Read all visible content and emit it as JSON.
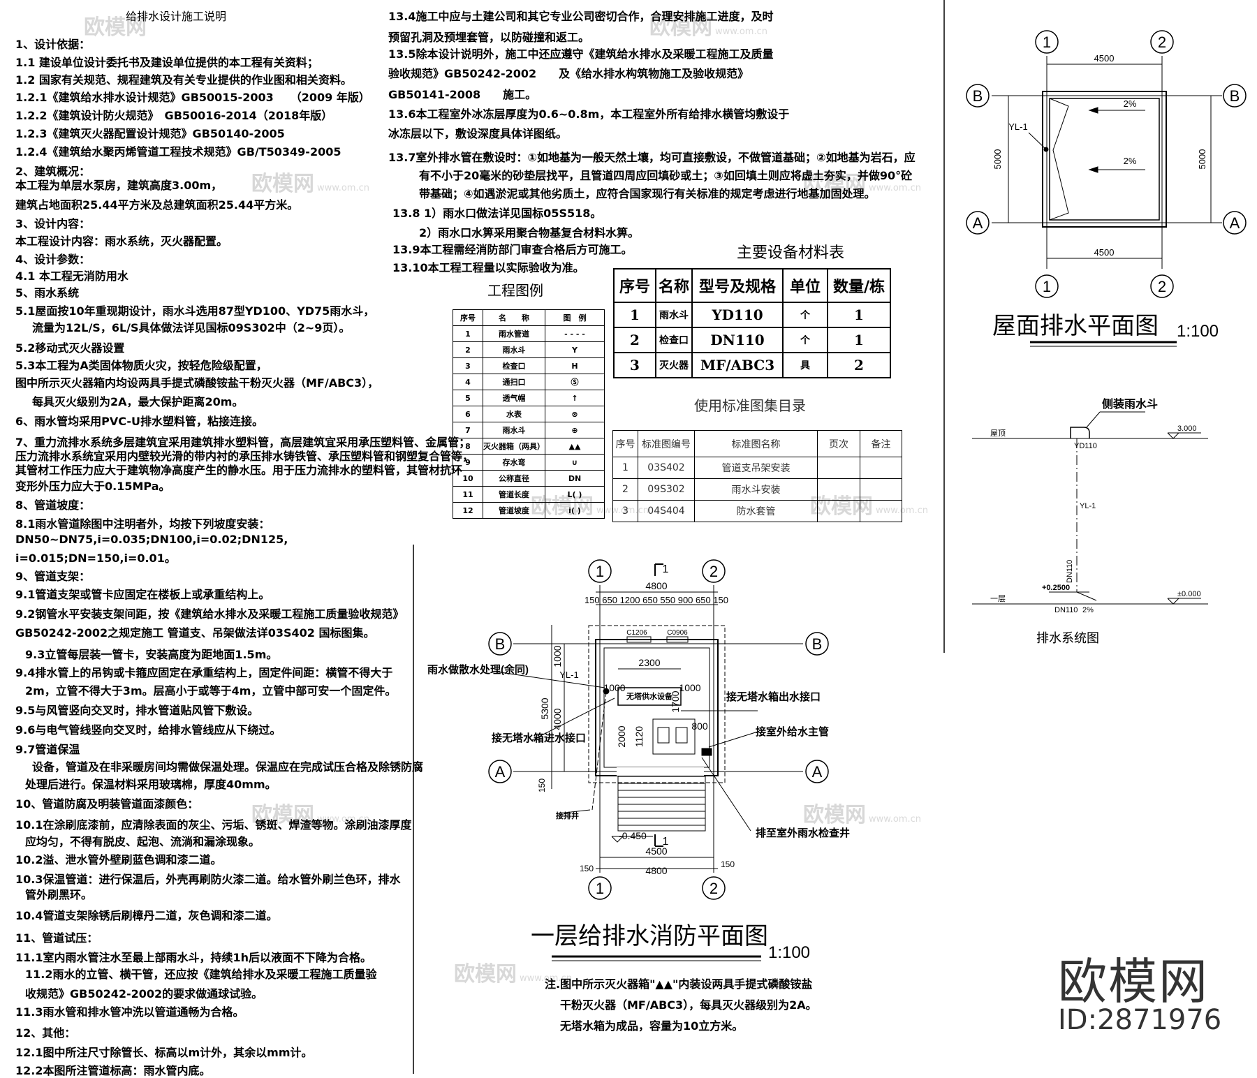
{
  "watermark": {
    "brand": "欧模网",
    "url": "www.om.cn"
  },
  "notes": {
    "title": "给排水设计施工说明",
    "col1": [
      "1、设计依据：",
      "1.1 建设单位设计委托书及建设单位提供的本工程有关资料；",
      "1.2 国家有关规范、规程建筑及有关专业提供的作业图和相关资料。",
      "1.2.1《建筑给水排水设计规范》GB50015-2003　　（2009 年版）",
      "1.2.2《建筑设计防火规范》　GB50016-2014（2018年版）",
      "1.2.3《建筑灭火器配置设计规范》GB50140-2005",
      "1.2.4《建筑给水聚丙烯管道工程技术规范》GB/T50349-2005",
      "2、建筑概况：",
      "本工程为单层水泵房，建筑高度3.00m，",
      "建筑占地面积25.44平方米及总建筑面积25.44平方米。",
      "3、设计内容：",
      "本工程设计内容：雨水系统，灭火器配置。",
      "4、设计参数：",
      "4.1 本工程无消防用水",
      "5、雨水系统",
      "5.1屋面按10年重现期设计，雨水斗选用87型YD100、YD75雨水斗，",
      "流量为12L/S，6L/S具体做法详见国标09S302中（2~9页）。",
      "5.2移动式灭火器设置",
      "5.3本工程为A类固体物质火灾，按轻危险级配置，",
      "图中所示灭火器箱内均设两具手提式磷酸铵盐干粉灭火器（MF/ABC3），",
      "每具灭火级别为2A，最大保护距离20m。",
      "6、雨水管均采用PVC-U排水塑料管，粘接连接。",
      "7、重力流排水系统多层建筑宜采用建筑排水塑料管，高层建筑宜采用承压塑料管、金属管；",
      "压力流排水系统宜采用内壁较光滑的带内衬的承压排水铸铁管、承压塑料管和钢塑复合管等，",
      "其管材工作压力应大于建筑物净高度产生的静水压。用于压力流排水的塑料管，其管材抗环",
      "变形外压力应大于0.15MPa。",
      "8、管道坡度：",
      "8.1雨水管道除图中注明者外，均按下列坡度安装：",
      "DN50~DN75,i=0.035;DN100,i=0.02;DN125,",
      "i=0.015;DN=150,i=0.01。",
      "9、管道支架：",
      "9.1管道支架或管卡应固定在楼板上或承重结构上。",
      "9.2钢管水平安装支架间距，按《建筑给水排水及采暖工程施工质量验收规范》",
      "GB50242-2002之规定施工 管道支、吊架做法详03S402 国标图集。",
      "9.3立管每层装一管卡，安装高度为距地面1.5m。",
      "9.4排水管上的吊钩或卡箍应固定在承重结构上，固定件间距：横管不得大于",
      "2m，立管不得大于3m。层高小于或等于4m，立管中部可安一个固定件。",
      "9.5与风管竖向交叉时，排水管道贴风管下敷设。",
      "9.6与电气管线竖向交叉时，给排水管线应从下绕过。",
      "9.7管道保温",
      "设备，管道及在非采暖房间均需做保温处理。保温应在完成试压合格及除锈防腐",
      "处理后进行。保温材料采用玻璃棉，厚度40mm。",
      "10、管道防腐及明装管道面漆颜色：",
      "10.1在涂刷底漆前，应清除表面的灰尘、污垢、锈斑、焊渣等物。涂刷油漆厚度",
      "应均匀，不得有脱皮、起泡、流淌和漏涂现象。",
      "10.2溢、泄水管外壁刷蓝色调和漆二道。",
      "10.3保温管道：进行保温后，外壳再刷防火漆二道。给水管外刷兰色环，排水",
      "管外刷黑环。",
      "10.4管道支架除锈后刷樟丹二道，灰色调和漆二道。",
      "11、管道试压：",
      "11.1室内雨水管注水至最上部雨水斗，持续1h后以液面不下降为合格。",
      "11.2雨水的立管、横干管，还应按《建筑给排水及采暖工程施工质量验",
      "收规范》GB50242-2002的要求做通球试验。",
      "11.3雨水管和排水管冲洗以管道通畅为合格。",
      "12、其他：",
      "12.1图中所注尺寸除管长、标高以m计外，其余以mm计。",
      "12.2本图所注管道标高：雨水管内底。"
    ],
    "col2": [
      "13.4施工中应与土建公司和其它专业公司密切合作，合理安排施工进度，及时",
      "预留孔洞及预埋套管，以防碰撞和返工。",
      "13.5除本设计说明外，施工中还应遵守《建筑给水排水及采暖工程施工及质量",
      "验收规范》GB50242-2002　　及《给水排水构筑物施工及验收规范》",
      "GB50141-2008　　施工。",
      "13.6本工程室外冰冻层厚度为0.6~0.8m，本工程室外所有给排水横管均敷设于",
      "冰冻层以下，敷设深度具体详图纸。",
      "13.7室外排水管在敷设时：①如地基为一般天然土壤，均可直接敷设，不做管道基础；②如地基为岩石，应",
      "有不小于20毫米的砂垫层找平，且管道四周应回填砂或土；③如回填土则应将虚土夯实，并做90°砼",
      "带基础；④如遇淤泥或其他劣质土，应符合国家现行有关标准的规定考虑进行地基加固处理。",
      "13.8 1）雨水口做法详见国标05S518。",
      "2）雨水口水箅采用聚合物基复合材料水箅。",
      "13.9本工程需经消防部门审查合格后方可施工。",
      "13.10本工程工程量以实际验收为准。"
    ]
  },
  "legend": {
    "title": "工程图例",
    "headers": [
      "序号",
      "名　　称",
      "图　例"
    ],
    "rows": [
      [
        "1",
        "雨水管道",
        "- - - -"
      ],
      [
        "2",
        "雨水斗",
        "Y"
      ],
      [
        "3",
        "检查口",
        "H"
      ],
      [
        "4",
        "通扫口",
        "Ⓢ"
      ],
      [
        "5",
        "透气帽",
        "↑"
      ],
      [
        "6",
        "水表",
        "⊗"
      ],
      [
        "7",
        "雨水斗",
        "⊕"
      ],
      [
        "8",
        "灭火器箱（两具）",
        "▲▲"
      ],
      [
        "9",
        "存水弯",
        "∪"
      ],
      [
        "10",
        "公称直径",
        "DN"
      ],
      [
        "11",
        "管道长度",
        "L( )"
      ],
      [
        "12",
        "管道坡度",
        "i( )"
      ]
    ]
  },
  "equipment": {
    "title": "主要设备材料表",
    "headers": [
      "序号",
      "名称",
      "型号及规格",
      "单位",
      "数量/栋"
    ],
    "rows": [
      [
        "1",
        "雨水斗",
        "YD110",
        "个",
        "1"
      ],
      [
        "2",
        "检查口",
        "DN110",
        "个",
        "1"
      ],
      [
        "3",
        "灭火器",
        "MF/ABC3",
        "具",
        "2"
      ]
    ]
  },
  "standards": {
    "title": "使用标准图集目录",
    "headers": [
      "序号",
      "标准图编号",
      "标准图名称",
      "页次",
      "备注"
    ],
    "rows": [
      [
        "1",
        "03S402",
        "管道支吊架安装",
        "",
        ""
      ],
      [
        "2",
        "09S302",
        "雨水斗安装",
        "",
        ""
      ],
      [
        "3",
        "04S404",
        "防水套管",
        "",
        ""
      ]
    ]
  },
  "roof_plan": {
    "title": "屋面排水平面图",
    "scale": "1:100",
    "axis_1": "1",
    "axis_2": "2",
    "axis_a": "A",
    "axis_b": "B",
    "dim_w": "4500",
    "dim_h": "5000",
    "slope1": "2%",
    "slope2": "2%",
    "pipe": "YL-1"
  },
  "system": {
    "title": "排水系统图",
    "roof": "屋顶",
    "floor": "一层",
    "drain": "侧装雨水斗",
    "drain_model": "YD110",
    "elev_roof": "3.000",
    "elev_floor": "±0.000",
    "elev_pipe": "+0.2500",
    "pipe": "YL-1",
    "dn": "DN110",
    "dn2": "DN110",
    "slope": "2%"
  },
  "floor_plan": {
    "title": "一层给排水消防平面图",
    "scale": "1:100",
    "axis_1": "1",
    "axis_2": "2",
    "axis_a": "A",
    "axis_b": "B",
    "dim_top": "4800",
    "dim_top_parts": "150 650 1200 650 550 900 650 150",
    "dim_bottom_4500": "4500",
    "dim_bottom_4800": "4800",
    "dim_150a": "150",
    "dim_150b": "150",
    "dim_5300": "5300",
    "dim_4000": "4000",
    "dim_1000a": "1000",
    "dim_1000b": "1000",
    "dim_2300": "2300",
    "dim_1700": "1700",
    "dim_1000c": "1000",
    "dim_2000": "2000",
    "dim_1120": "1120",
    "dim_800": "800",
    "dim_150c": "150",
    "win1": "C1206",
    "win2": "C0906",
    "tank": "无塔供水设备",
    "pipe": "YL-1",
    "elev": "-0.450",
    "sec_top": "1",
    "sec_bottom": "1",
    "label_drain": "雨水做散水处理(余同)",
    "label_tank_out": "接无塔水箱出水接口",
    "label_tank_in": "接无塔水箱进水接口",
    "label_main": "接室外给水主管",
    "label_well": "排至室外雨水检查井",
    "label_pit": "接排井"
  },
  "footnote": [
    "注.图中所示灭火器箱\"▲▲\"内装设两具手提式磷酸铵盐",
    "干粉灭火器（MF/ABC3），每具灭火器级别为2A。",
    "无塔水箱为成品，容量为10立方米。"
  ],
  "brand": {
    "name": "欧模网",
    "id": "ID:2871976"
  }
}
